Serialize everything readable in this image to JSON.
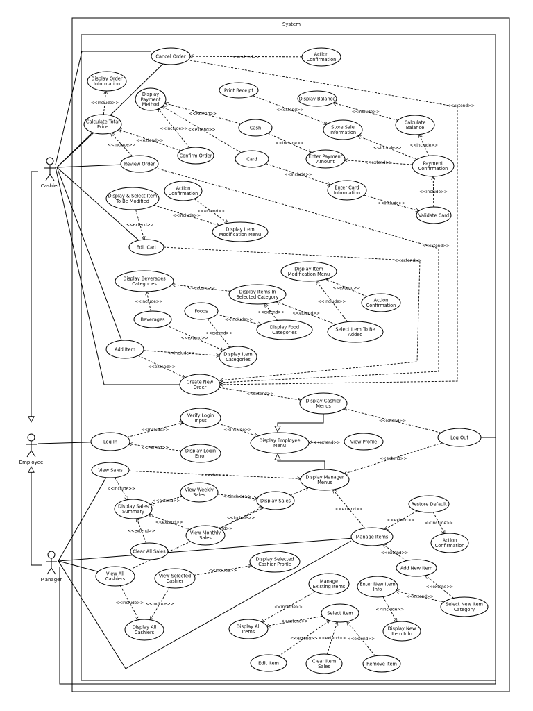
{
  "system_title": "System",
  "actors": {
    "cashier": "Cashier",
    "employee": "Employee",
    "manager": "Manager"
  },
  "stereotypes": {
    "extend": "<<extend>>",
    "include": "<<include>>"
  },
  "use_cases": {
    "cancel_order": [
      "Cancel Order"
    ],
    "action_confirmation_top": [
      "Action",
      "Confirmation"
    ],
    "display_order_information": [
      "Display Order",
      "Information"
    ],
    "display_payment_method": [
      "Display",
      "Payment",
      "Method"
    ],
    "print_receipt": [
      "Print Receipt"
    ],
    "display_balance": [
      "Display Balance"
    ],
    "calculate_total_price": [
      "Calculate Total",
      "Price"
    ],
    "cash": [
      "Cash"
    ],
    "store_sale_information": [
      "Store Sale",
      "Information"
    ],
    "calculate_balance": [
      "Calculate",
      "Balance"
    ],
    "confirm_order": [
      "Confirm Order"
    ],
    "card": [
      "Card"
    ],
    "enter_payment_amount": [
      "Enter Payment",
      "Amount"
    ],
    "payment_confirmation": [
      "Payment",
      "Confirmation"
    ],
    "review_order": [
      "Review Order"
    ],
    "enter_card_information": [
      "Enter Card",
      "Information"
    ],
    "validate_card": [
      "Validate Card"
    ],
    "display_select_item_modified": [
      "Display & Select Item",
      "To Be Modified"
    ],
    "action_confirmation_edit": [
      "Action",
      "Confirmation"
    ],
    "display_item_modification_menu_1": [
      "Display Item",
      "Modification Menu"
    ],
    "edit_cart": [
      "Edit Cart"
    ],
    "display_item_modification_menu_2": [
      "Display Item",
      "Modification Menu"
    ],
    "display_beverages_categories": [
      "Display Beverages",
      "Categories"
    ],
    "display_items_in_selected_category": [
      "Display Items In",
      "Selected Category"
    ],
    "action_confirmation_add": [
      "Action",
      "Confirmation"
    ],
    "beverages": [
      "Beverages"
    ],
    "foods": [
      "Foods"
    ],
    "display_food_categories": [
      "Display Food",
      "Categories"
    ],
    "select_item_to_be_added": [
      "Select Item To Be",
      "Added"
    ],
    "add_item": [
      "Add Item"
    ],
    "display_item_categories": [
      "Display Item",
      "Categories"
    ],
    "create_new_order": [
      "Create New",
      "Order"
    ],
    "display_cashier_menus": [
      "Display Cashier",
      "Menus"
    ],
    "verify_login_input": [
      "Verify Login",
      "Input"
    ],
    "log_in": [
      "Log In"
    ],
    "display_employee_menu": [
      "Display Employee",
      "Menu"
    ],
    "view_profile": [
      "View Profile"
    ],
    "log_out": [
      "Log Out"
    ],
    "display_login_error": [
      "Display Login",
      "Error"
    ],
    "view_sales": [
      "View Sales"
    ],
    "display_manager_menus": [
      "Display Manager",
      "Menus"
    ],
    "view_weekly_sales": [
      "View Weekly",
      "Sales"
    ],
    "display_sales_summary": [
      "Display Sales",
      "Summary"
    ],
    "display_sales": [
      "Display Sales"
    ],
    "restore_default": [
      "Restore Default"
    ],
    "view_monthly_sales": [
      "View Monthly",
      "Sales"
    ],
    "manage_items": [
      "Manage Items"
    ],
    "action_confirmation_restore": [
      "Action",
      "Confirmation"
    ],
    "clear_all_sales": [
      "Clear All Sales"
    ],
    "add_new_item": [
      "Add New Item"
    ],
    "view_all_cashiers": [
      "View All",
      "Cashiers"
    ],
    "view_selected_cashier": [
      "View Selected",
      "Cashier"
    ],
    "display_selected_cashier_profile": [
      "Display Selected",
      "Cashier Profile"
    ],
    "manage_existing_items": [
      "Manage",
      "Existing Items"
    ],
    "enter_new_item_info": [
      "Enter New Item",
      "Info"
    ],
    "select_new_item_category": [
      "Select New Item",
      "Category"
    ],
    "display_all_cashiers": [
      "Display All",
      "Cashiers"
    ],
    "display_all_items": [
      "Display All",
      "Items"
    ],
    "select_item": [
      "Select Item"
    ],
    "display_new_item_info": [
      "Display New",
      "Item Info"
    ],
    "edit_item": [
      "Edit Item"
    ],
    "clear_item_sales": [
      "Clear Item",
      "Sales"
    ],
    "remove_item": [
      "Remove Item"
    ]
  }
}
